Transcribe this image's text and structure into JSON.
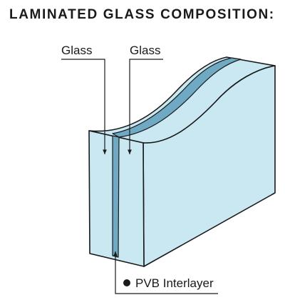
{
  "title": "LAMINATED GLASS COMPOSITION:",
  "labels": {
    "glass_left": "Glass",
    "glass_right": "Glass",
    "interlayer": "PVB Interlayer"
  },
  "colors": {
    "glass": "#c9e8f2",
    "glass_edge": "#b2dbe9",
    "interlayer": "#6fa9c4",
    "outline": "#1a1a1a"
  }
}
